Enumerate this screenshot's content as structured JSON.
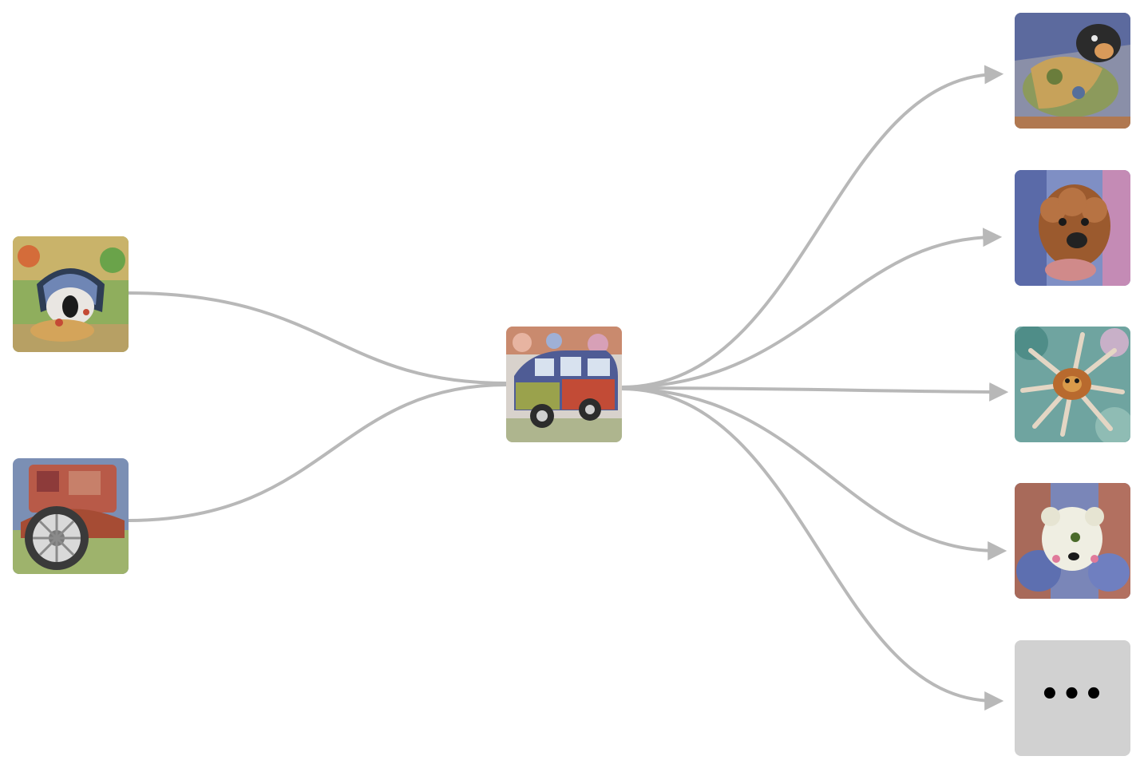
{
  "diagram": {
    "edge_color": "#b8b8b8",
    "more_node_color": "#d1d1d1",
    "more_node_label": "•••",
    "inputs": [
      {
        "name": "input-node-1",
        "depicts": "dog-car-visualization"
      },
      {
        "name": "input-node-2",
        "depicts": "wheel-truck-visualization"
      }
    ],
    "center": {
      "name": "center-node",
      "depicts": "car-visualization"
    },
    "outputs": [
      {
        "name": "output-node-1",
        "depicts": "dog-visualization"
      },
      {
        "name": "output-node-2",
        "depicts": "poodle-visualization"
      },
      {
        "name": "output-node-3",
        "depicts": "spider-visualization"
      },
      {
        "name": "output-node-4",
        "depicts": "teddy-bear-visualization"
      },
      {
        "name": "output-node-5",
        "depicts": "more-ellipsis"
      }
    ]
  }
}
